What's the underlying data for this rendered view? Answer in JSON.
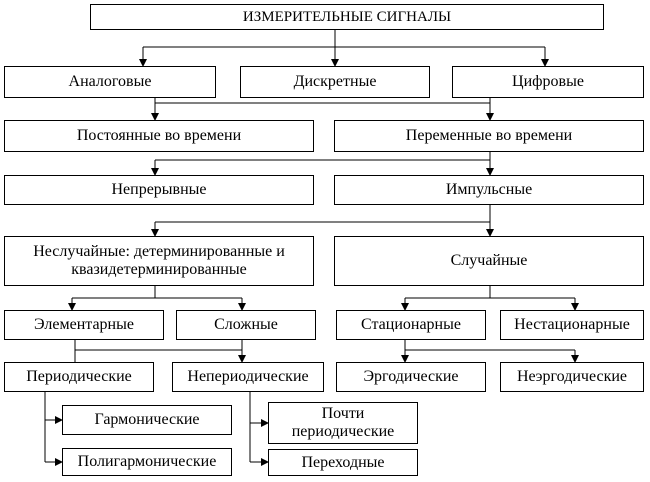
{
  "diagram": {
    "root": "ИЗМЕРИТЕЛЬНЫЕ СИГНАЛЫ",
    "by_form": [
      "Аналоговые",
      "Дискретные",
      "Цифровые"
    ],
    "by_time_variation": {
      "constant": "Постоянные во времени",
      "variable": "Переменные во времени"
    },
    "by_continuity": {
      "continuous": "Непрерывные",
      "pulse": "Импульсные"
    },
    "by_randomness": {
      "nonrandom": "Неслучайные: детерминированные и\nквазидетерминированные",
      "random": "Случайные"
    },
    "nonrandom_kinds": {
      "elementary": "Элементарные",
      "complex": "Сложные",
      "periodic": "Периодические",
      "aperiodic": "Непериодические",
      "harmonic": "Гармонические",
      "polyharmonic": "Полигармонические",
      "almost_periodic": "Почти\nпериодические",
      "transient": "Переходные"
    },
    "random_kinds": {
      "stationary": "Стационарные",
      "nonstationary": "Нестационарные",
      "ergodic": "Эргодические",
      "nonergodic": "Неэргодические"
    }
  }
}
